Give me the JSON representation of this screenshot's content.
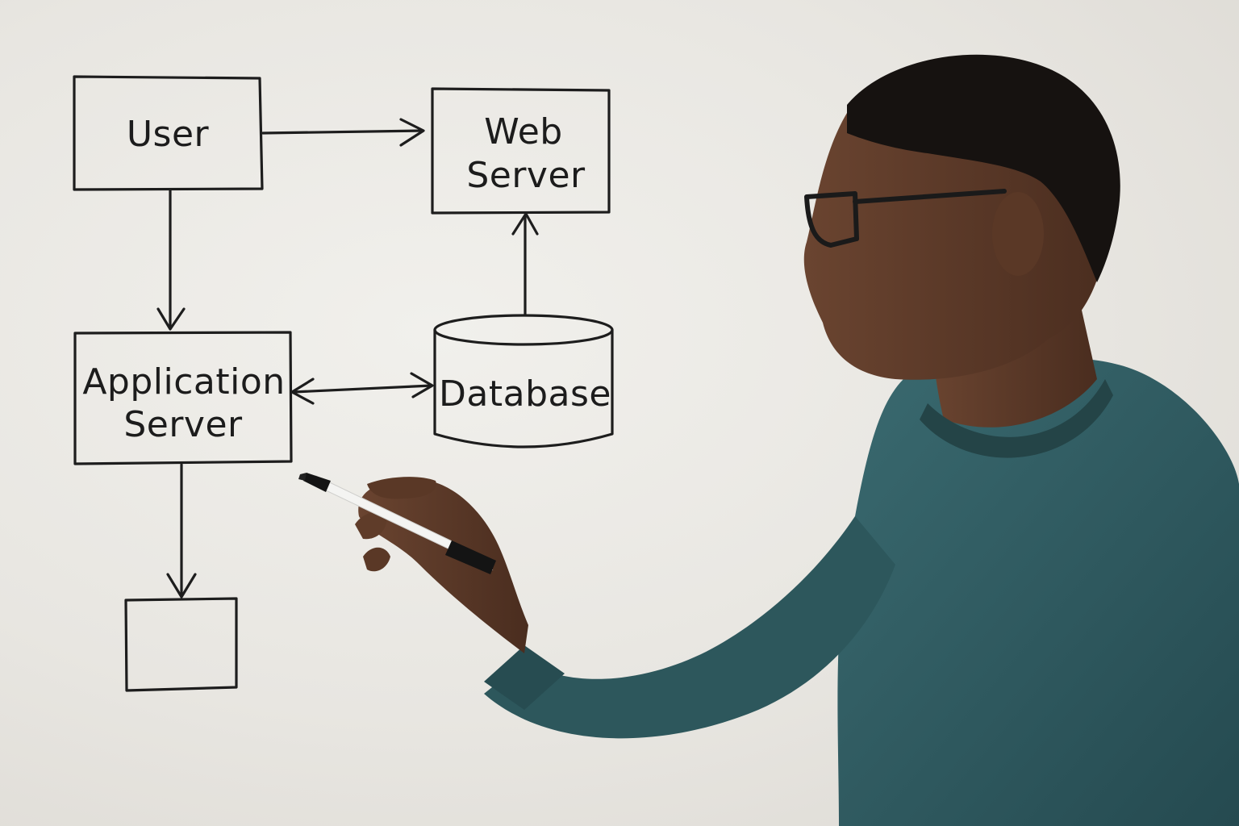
{
  "diagram": {
    "nodes": [
      {
        "id": "user",
        "label_lines": [
          "User"
        ],
        "shape": "box"
      },
      {
        "id": "web_server",
        "label_lines": [
          "Web",
          "Server"
        ],
        "shape": "box"
      },
      {
        "id": "application_server",
        "label_lines": [
          "Application",
          "Server"
        ],
        "shape": "box"
      },
      {
        "id": "database",
        "label_lines": [
          "Database"
        ],
        "shape": "cylinder"
      },
      {
        "id": "empty_box",
        "label_lines": [],
        "shape": "box"
      }
    ],
    "edges": [
      {
        "from": "user",
        "to": "web_server",
        "direction": "one-way"
      },
      {
        "from": "user",
        "to": "application_server",
        "direction": "one-way"
      },
      {
        "from": "database",
        "to": "web_server",
        "direction": "one-way"
      },
      {
        "from": "application_server",
        "to": "database",
        "direction": "two-way"
      },
      {
        "from": "application_server",
        "to": "empty_box",
        "direction": "one-way"
      }
    ]
  },
  "scene": {
    "background": "whiteboard",
    "subject": "person in teal sweater and glasses holding a marker",
    "colors": {
      "wall": "#e9e7e2",
      "ink": "#1d1d1d",
      "sweater": "#2f5a60",
      "skin": "#5b3a28",
      "hair": "#161210",
      "marker_body": "#f4f4f2",
      "marker_cap": "#141414"
    }
  }
}
